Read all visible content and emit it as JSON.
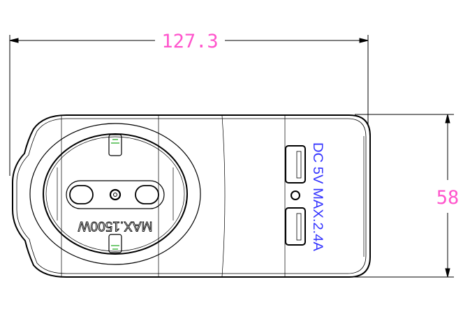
{
  "dimensions": {
    "width_label": "127.3",
    "height_label": "58"
  },
  "socket": {
    "rating_label": "MAX.1500W"
  },
  "usb": {
    "rating_label": "DC 5V MAX.2.4A"
  },
  "colors": {
    "dimension": "#ff55cc",
    "usb_text": "#3333ff",
    "outline": "#000000",
    "clip": "#22aa22"
  }
}
